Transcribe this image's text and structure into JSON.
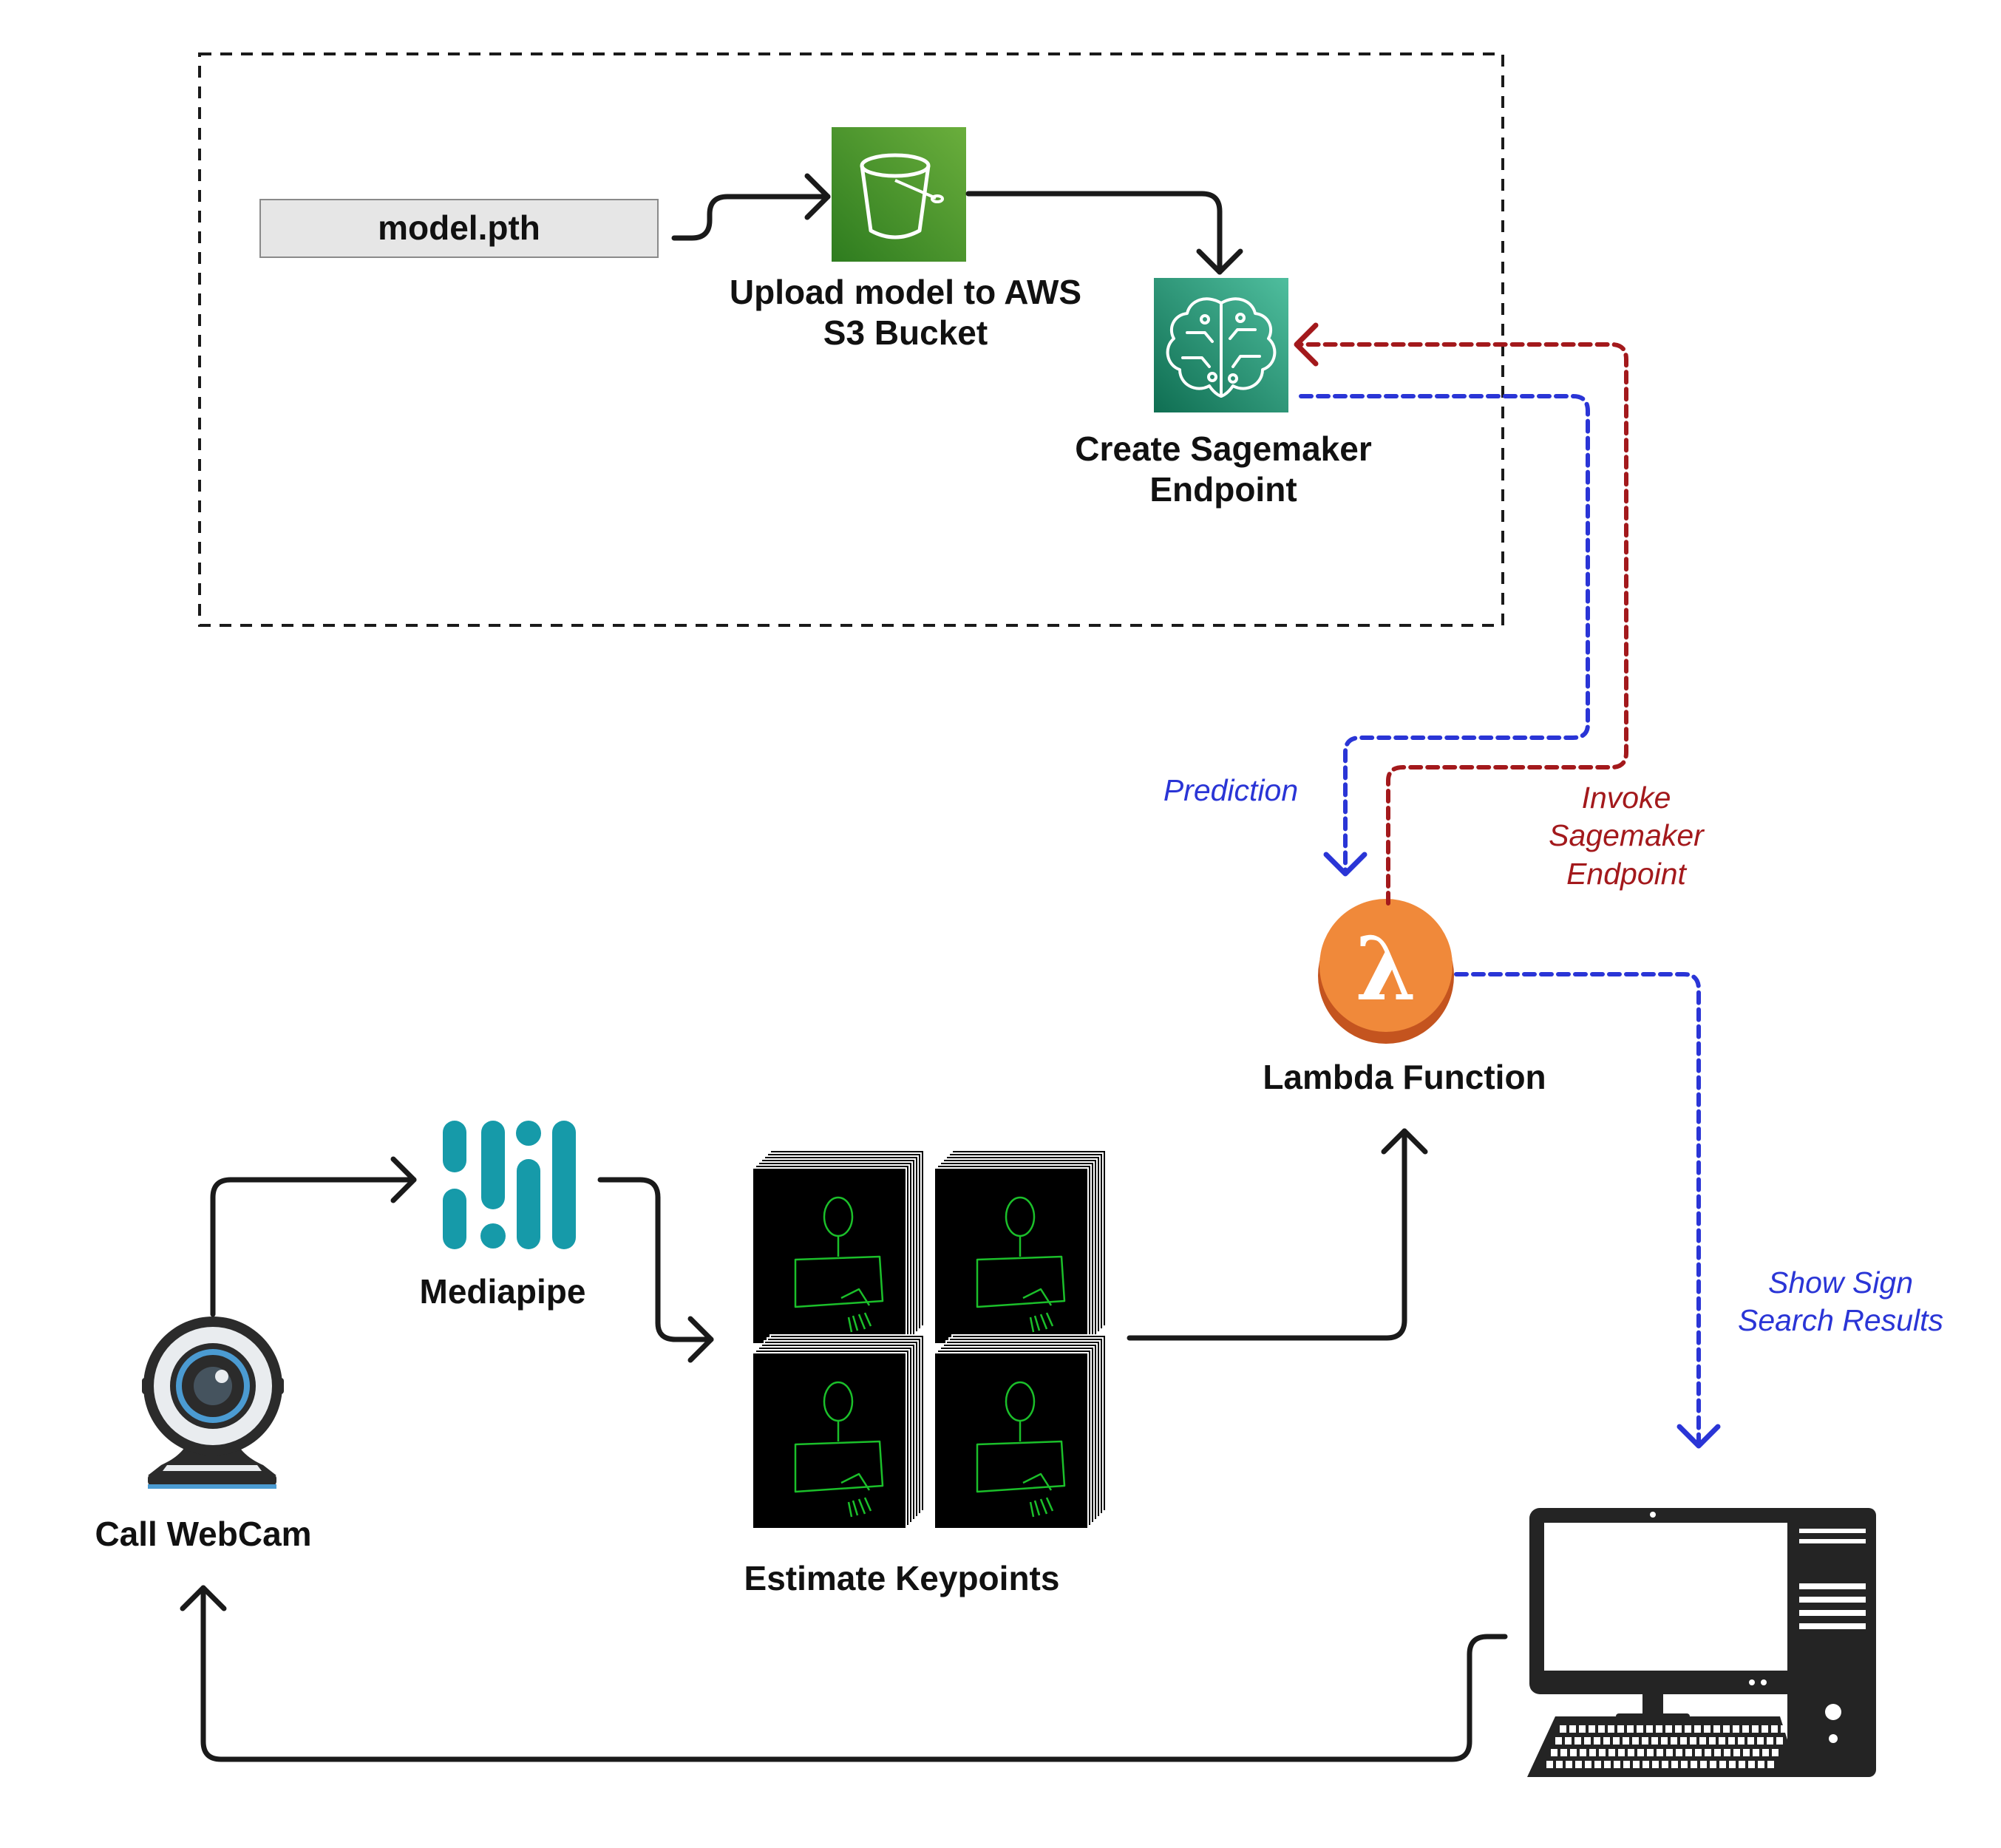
{
  "model_file": {
    "label": "model.pth"
  },
  "nodes": {
    "s3": {
      "label": "Upload model to AWS\nS3 Bucket",
      "icon": "s3-bucket-icon"
    },
    "sagemaker": {
      "label": "Create Sagemaker\nEndpoint",
      "icon": "sagemaker-brain-icon"
    },
    "lambda": {
      "label": "Lambda Function",
      "icon": "lambda-icon",
      "symbol": "λ"
    },
    "mediapipe": {
      "label": "Mediapipe",
      "icon": "mediapipe-logo-icon"
    },
    "keypoints": {
      "label": "Estimate Keypoints",
      "icon": "keypoint-frames-icon"
    },
    "webcam": {
      "label": "Call WebCam",
      "icon": "webcam-icon"
    },
    "computer": {
      "icon": "desktop-computer-icon"
    }
  },
  "annotations": {
    "prediction": "Prediction",
    "invoke": "Invoke\nSagemaker\nEndpoint",
    "show_results": "Show Sign\nSearch Results"
  },
  "colors": {
    "line": "#1a1a1a",
    "prediction": "#2a35d6",
    "invoke": "#a3191c",
    "s3_top": "#6aae3c",
    "s3_bottom": "#2e7c1f",
    "sagemaker_top": "#4fbe9e",
    "sagemaker_bottom": "#0f6e52",
    "lambda": "#f0893a",
    "lambda_shadow": "#c4541f",
    "mediapipe": "#169aa9",
    "keypoint_line": "#1bbf2a"
  }
}
